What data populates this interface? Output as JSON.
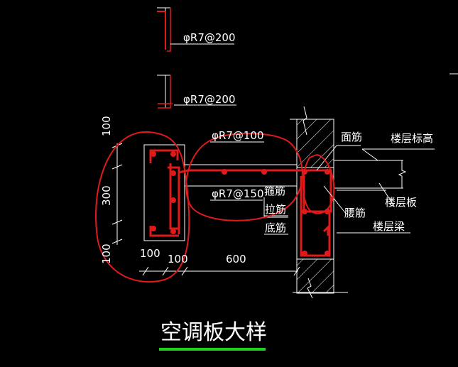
{
  "rebar_labels": {
    "top1": "φR7@200",
    "top2": "φR7@200",
    "top_bar": "φR7@100",
    "mid_bar": "φR7@150"
  },
  "callouts": {
    "face_bar": "面筋",
    "floor_elev": "楼层标高",
    "stirrup": "箍筋",
    "tie_bar": "拉筋",
    "waist_bar": "腰筋",
    "floor_slab": "楼层板",
    "bottom_bar": "底筋",
    "floor_beam": "楼层梁"
  },
  "dimensions": {
    "v_100_top": "100",
    "v_300": "300",
    "v_100_bottom": "100",
    "h_100_a": "100",
    "h_100_b": "100",
    "h_600": "600"
  },
  "title": "空调板大样",
  "colors": {
    "rebar": "#e01a1a",
    "line": "#ffffff",
    "underline": "#1fd11f",
    "markup": "#e01a1a"
  }
}
